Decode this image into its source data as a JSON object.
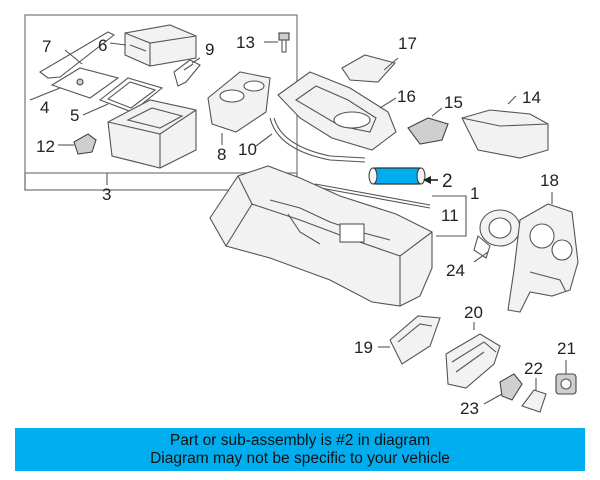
{
  "diagram": {
    "callouts": {
      "c1": "1",
      "c2": "2",
      "c3": "3",
      "c4": "4",
      "c5": "5",
      "c6": "6",
      "c7": "7",
      "c8": "8",
      "c9": "9",
      "c10": "10",
      "c11": "11",
      "c12": "12",
      "c13": "13",
      "c14": "14",
      "c15": "15",
      "c16": "16",
      "c17": "17",
      "c18": "18",
      "c19": "19",
      "c20": "20",
      "c21": "21",
      "c22": "22",
      "c23": "23",
      "c24": "24"
    },
    "highlight_color": "#00aef0"
  },
  "caption": {
    "line1": "Part or sub-assembly is #2 in diagram",
    "line2": "Diagram may not be specific to your vehicle",
    "background": "#00aef0"
  }
}
